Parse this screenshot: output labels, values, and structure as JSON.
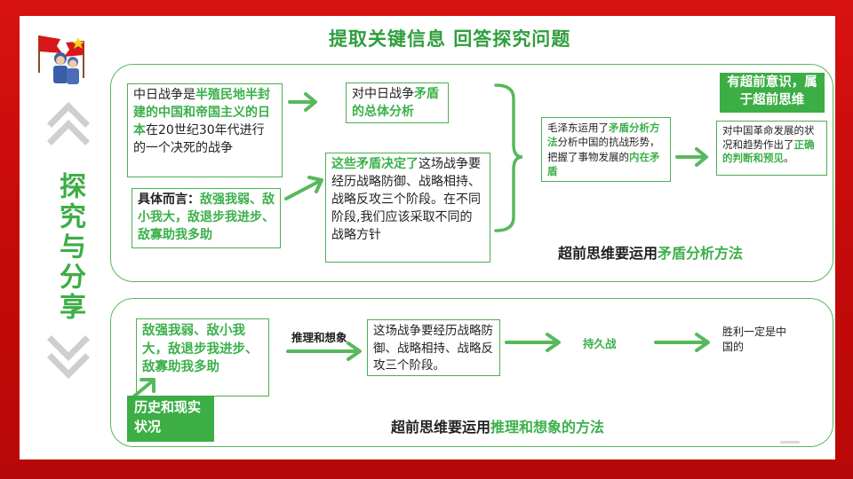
{
  "title": "提取关键信息 回答探究问题",
  "side_label": "探究与分享",
  "top": {
    "box1": {
      "p1": "中日战争是",
      "p1g": "半殖民地半封建的中国和帝国主义的日本",
      "p2": "在20世纪30年代进行的一个决死的战争"
    },
    "box2": {
      "p1": "对中日战争",
      "p1g": "矛盾的总体分析"
    },
    "box3": {
      "label": "具体而言：",
      "text": "敌强我弱、敌小我大，敌退步我进步、敌寡助我多助"
    },
    "box4": {
      "p1g": "这些矛盾决定了",
      "p2": "这场战争要经历战略防御、战略相持、战略反攻三个阶段。在不同阶段,我们应该采取不同的战略方针"
    },
    "box5": {
      "p1": "毛泽东运用了",
      "p1g": "矛盾分析方法",
      "p2": "分析中国的抗战形势，把握了事物发展的",
      "p2g": "内在矛盾"
    },
    "badge": "有超前意识，属于超前思维",
    "box6": {
      "p1": "对中国革命发展的状况和趋势作出了",
      "p1g": "正确的判断和预见",
      "p2": "。"
    },
    "conclusion": {
      "p1": "超前思维要运用",
      "p1g": "矛盾分析方法"
    }
  },
  "bottom": {
    "box1": "敌强我弱、敌小我大，敌退步我进步、敌寡助我多助",
    "badge": "历史和现实状况",
    "arrow_label": "推理和想象",
    "box2": "这场战争要经历战略防御、战略相持、战略反攻三个阶段。",
    "arrow2_label": "持久战",
    "result": "胜利一定是中国的",
    "conclusion": {
      "p1": "超前思维要运用",
      "p1g": "推理和想象的方法"
    }
  },
  "colors": {
    "red": "#c40a0a",
    "green": "#3cae45",
    "green_light": "#58b85c"
  }
}
